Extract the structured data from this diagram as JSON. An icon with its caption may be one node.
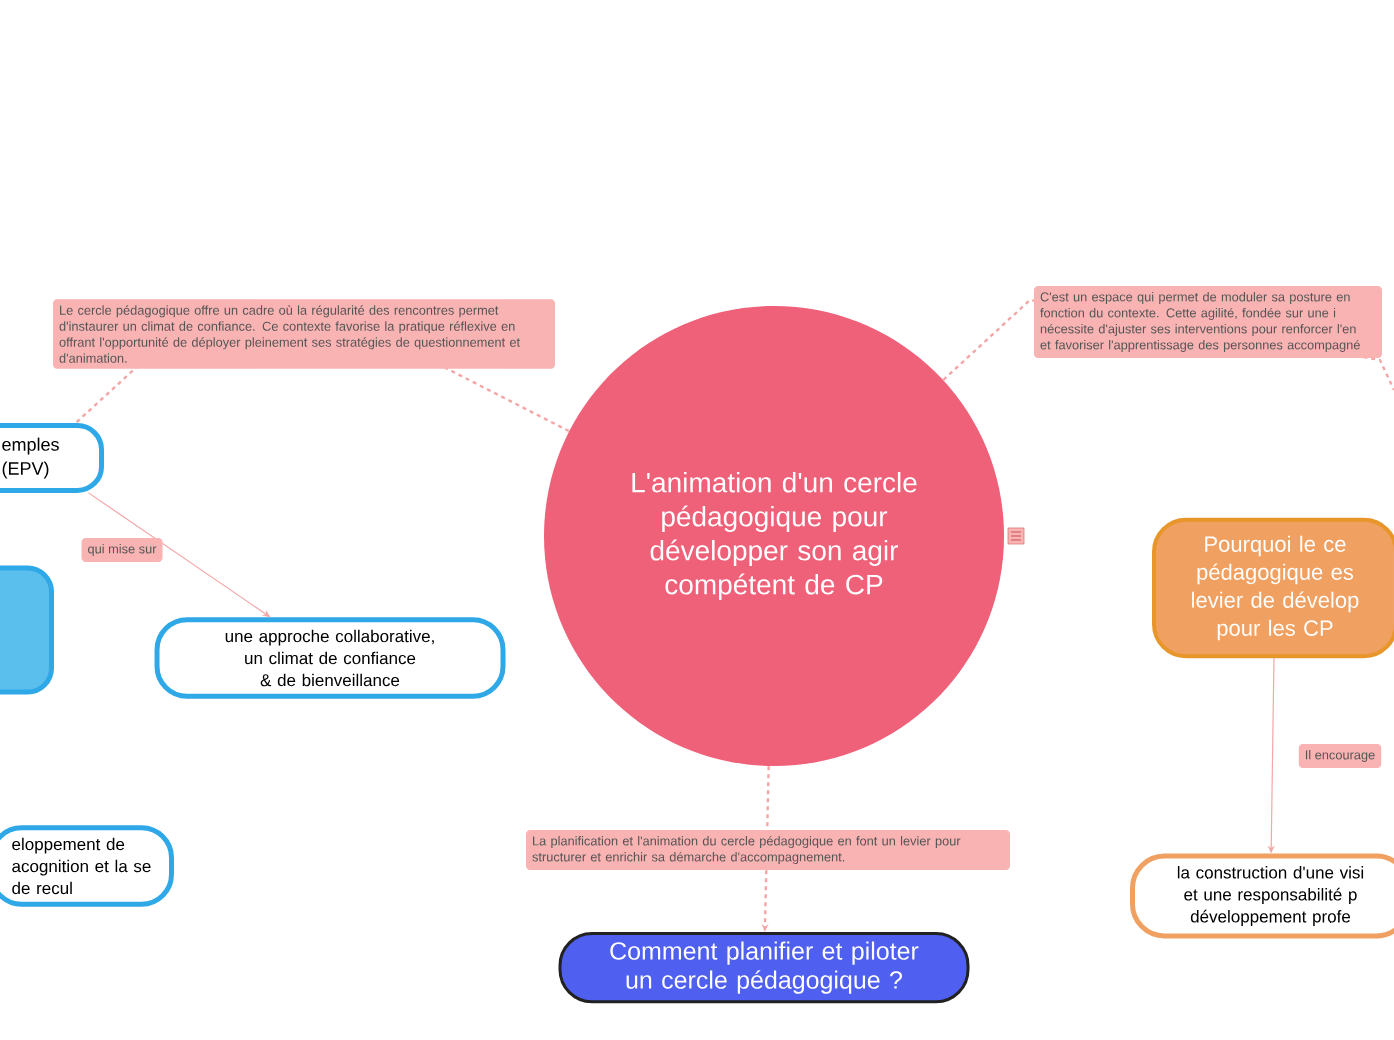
{
  "diagram": {
    "nodes": [
      {
        "text": [
          "L'animation d'un cercle pédagogique pour développer son agir compétent de CP"
        ]
      },
      {
        "text": [
          "emples (EPV)"
        ]
      },
      {
        "text": [],
        "shape": "box"
      },
      {
        "text": [
          "une approche collaborative, un climat de confiance & de bienveillance"
        ]
      },
      {
        "text": [
          "eloppement de acognition et la se de recul"
        ]
      },
      {
        "text": [
          "Pourquoi le ce pédagogique es levier de dévelop pour les CP"
        ]
      },
      {
        "text": [
          "la construction d'une visi et une responsabilité p développement profe"
        ]
      },
      {
        "text": [
          "Comment planifier et piloter un cercle pédagogique ?"
        ]
      }
    ],
    "edges": [
      {
        "from": 0,
        "to": 1,
        "arrow": "none",
        "style": "dashed",
        "label": "Le cercle pédagogique offre un cadre où la régularité des rencontres permet d'instaurer un climat de confiance. Ce contexte favorise la pratique réflexive en offrant l'opportunité de déployer pleinement ses stratégies de questionnement et d'animation."
      },
      {
        "from": 1,
        "to": 3,
        "arrow": "to",
        "label": "qui mise sur"
      },
      {
        "from": 0,
        "to": null,
        "arrow": "none",
        "style": "dashed",
        "label": "C'est un espace qui permet de moduler sa posture en fonction du contexte. Cette agilité, fondée sur une i nécessite d'ajuster ses interventions pour renforcer l'en et favoriser l'apprentissage des personnes accompagné"
      },
      {
        "from": 5,
        "to": 6,
        "arrow": "to",
        "label": "Il encourage"
      },
      {
        "from": 0,
        "to": 7,
        "arrow": "to",
        "style": "dashed",
        "label": "La planification et l'animation du cercle pédagogique en font un levier pour structurer et enrichir sa démarche d'accompagnement."
      }
    ]
  }
}
